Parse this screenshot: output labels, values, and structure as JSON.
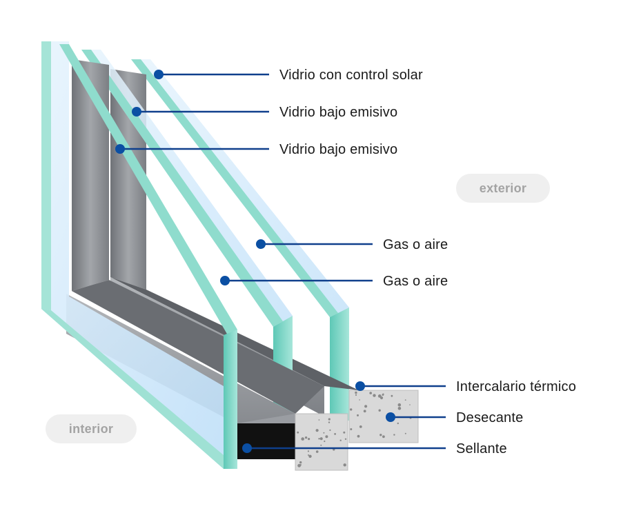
{
  "diagram": {
    "callouts": [
      {
        "id": "solar-control-glass",
        "text": "Vidrio con control solar"
      },
      {
        "id": "low-e-glass-1",
        "text": "Vidrio bajo emisivo"
      },
      {
        "id": "low-e-glass-2",
        "text": "Vidrio bajo emisivo"
      },
      {
        "id": "gas-air-1",
        "text": "Gas o aire"
      },
      {
        "id": "gas-air-2",
        "text": "Gas o aire"
      },
      {
        "id": "thermal-spacer",
        "text": "Intercalario térmico"
      },
      {
        "id": "desiccant",
        "text": "Desecante"
      },
      {
        "id": "sealant",
        "text": "Sellante"
      }
    ],
    "side_labels": {
      "exterior": "exterior",
      "interior": "interior"
    },
    "colors": {
      "leader": "#0f3f8c",
      "dot": "#0b4fa3",
      "glass_fill": "#ddeefa",
      "glass_edge": "#7fd7c8",
      "spacer": "#8f9297",
      "desiccant": "#dcdcdc",
      "sealant": "#111111"
    }
  }
}
